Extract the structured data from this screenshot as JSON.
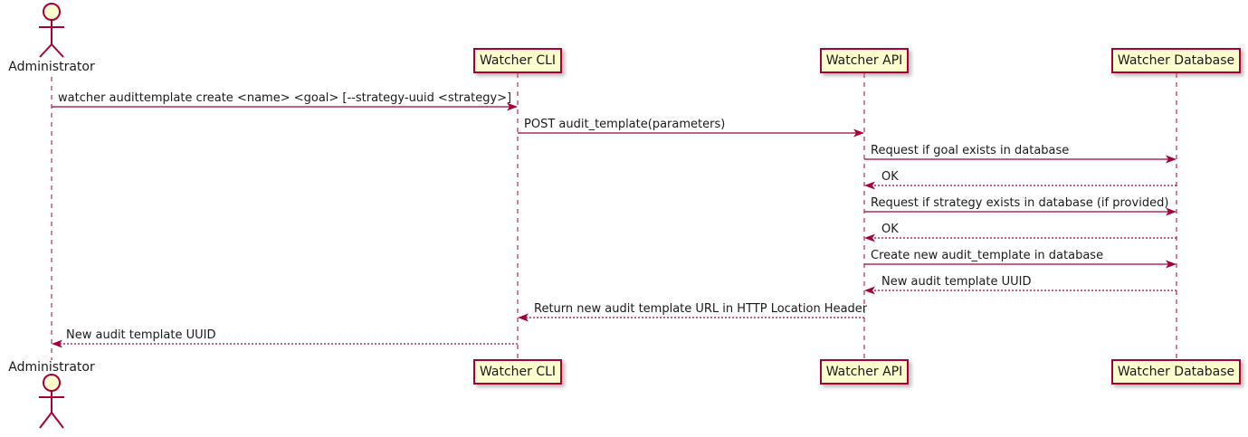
{
  "actor": {
    "top_label": "Administrator",
    "bottom_label": "Administrator"
  },
  "participants": [
    {
      "id": "watcher-cli",
      "label": "Watcher CLI"
    },
    {
      "id": "watcher-api",
      "label": "Watcher API"
    },
    {
      "id": "watcher-database",
      "label": "Watcher Database"
    }
  ],
  "messages": [
    {
      "from": "Administrator",
      "to": "Watcher CLI",
      "line": "solid",
      "label": "watcher audittemplate create <name> <goal> [--strategy-uuid <strategy>]"
    },
    {
      "from": "Watcher CLI",
      "to": "Watcher API",
      "line": "solid",
      "label": "POST audit_template(parameters)"
    },
    {
      "from": "Watcher API",
      "to": "Watcher Database",
      "line": "solid",
      "label": "Request if goal exists in database"
    },
    {
      "from": "Watcher Database",
      "to": "Watcher API",
      "line": "dashed",
      "label": "OK"
    },
    {
      "from": "Watcher API",
      "to": "Watcher Database",
      "line": "solid",
      "label": "Request if strategy exists in database (if provided)"
    },
    {
      "from": "Watcher Database",
      "to": "Watcher API",
      "line": "dashed",
      "label": "OK"
    },
    {
      "from": "Watcher API",
      "to": "Watcher Database",
      "line": "solid",
      "label": "Create new audit_template in database"
    },
    {
      "from": "Watcher Database",
      "to": "Watcher API",
      "line": "dashed",
      "label": "New audit template UUID"
    },
    {
      "from": "Watcher API",
      "to": "Watcher CLI",
      "line": "dashed",
      "label": "Return new audit template URL in HTTP Location Header"
    },
    {
      "from": "Watcher CLI",
      "to": "Administrator",
      "line": "dashed",
      "label": "New audit template UUID"
    }
  ],
  "colors": {
    "line": "#A80036",
    "participant_fill": "#FEFECE",
    "text": "#1a1a1a",
    "background": "#ffffff"
  }
}
